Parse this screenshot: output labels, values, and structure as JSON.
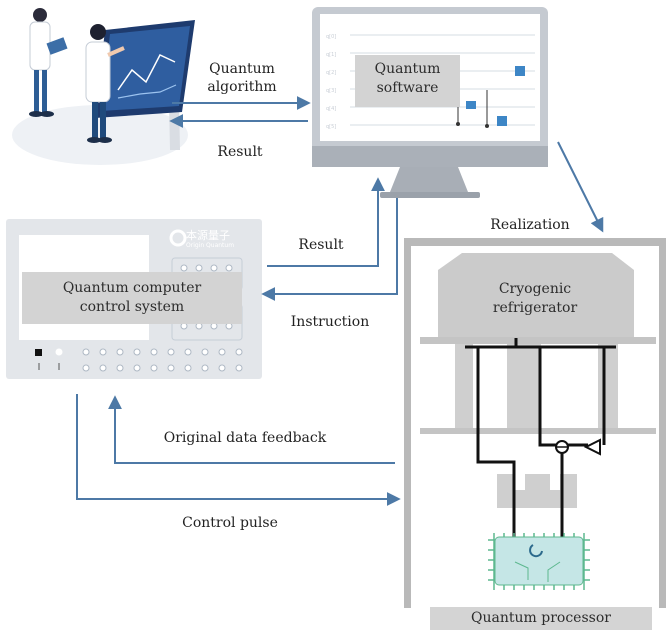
{
  "labels": {
    "quantum_algorithm": [
      "Quantum",
      "algorithm"
    ],
    "result_top": "Result",
    "quantum_software": [
      "Quantum",
      "software"
    ],
    "realization": "Realization",
    "result_mid": "Result",
    "instruction": "Instruction",
    "control_system": [
      "Quantum computer",
      "control system"
    ],
    "cryogenic": [
      "Cryogenic",
      "refrigerator"
    ],
    "original_feedback": "Original data feedback",
    "control_pulse": "Control pulse",
    "quantum_processor": "Quantum processor",
    "brand_cn": "本源量子",
    "brand_en": "Origin Quantum"
  },
  "icons": [
    "scientists-illustration",
    "monitor-icon",
    "control-box-icon",
    "dilution-frame-icon",
    "chip-icon",
    "amplifier-icon"
  ],
  "colors": {
    "arrow": "#4d79a6",
    "monitor_gray": "#c8cdd3",
    "panel": "#e3e6ea",
    "label_box": "#d3d3d3",
    "frame": "#b9b9b9",
    "chip": "#c5e6e6",
    "pin_green": "#5db88f",
    "wire": "#111111"
  }
}
